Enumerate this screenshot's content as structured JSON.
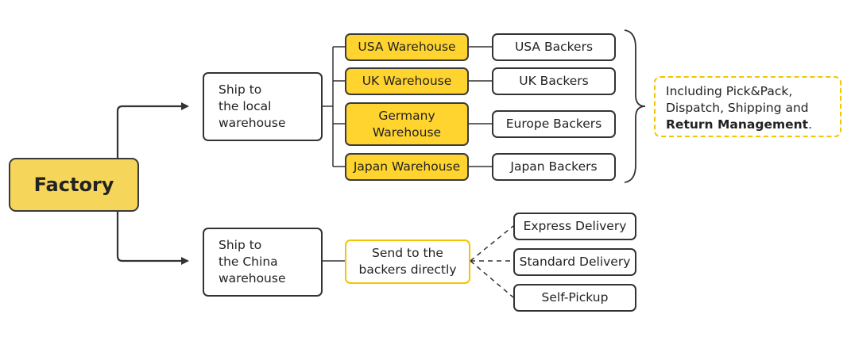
{
  "factory": {
    "label": "Factory"
  },
  "local_route": {
    "ship_label": [
      "Ship to",
      "the local",
      "warehouse"
    ],
    "warehouses": [
      {
        "warehouse": [
          "USA Warehouse"
        ],
        "backers": "USA Backers"
      },
      {
        "warehouse": [
          "UK Warehouse"
        ],
        "backers": "UK Backers"
      },
      {
        "warehouse": [
          "Germany",
          "Warehouse"
        ],
        "backers": "Europe Backers"
      },
      {
        "warehouse": [
          "Japan Warehouse"
        ],
        "backers": "Japan Backers"
      }
    ],
    "note": {
      "line1": "Including Pick&Pack,",
      "line2": "Dispatch, Shipping and",
      "line3_bold": "Return Management",
      "line3_end": "."
    }
  },
  "china_route": {
    "ship_label": [
      "Ship to",
      "the China",
      "warehouse"
    ],
    "send_label": [
      "Send to the",
      "backers directly"
    ],
    "options": [
      "Express Delivery",
      "Standard Delivery",
      "Self-Pickup"
    ]
  },
  "colors": {
    "factory_fill": "#f5d65a",
    "warehouse_fill": "#ffd42f",
    "accent_border": "#f3c400",
    "line": "#333333"
  }
}
